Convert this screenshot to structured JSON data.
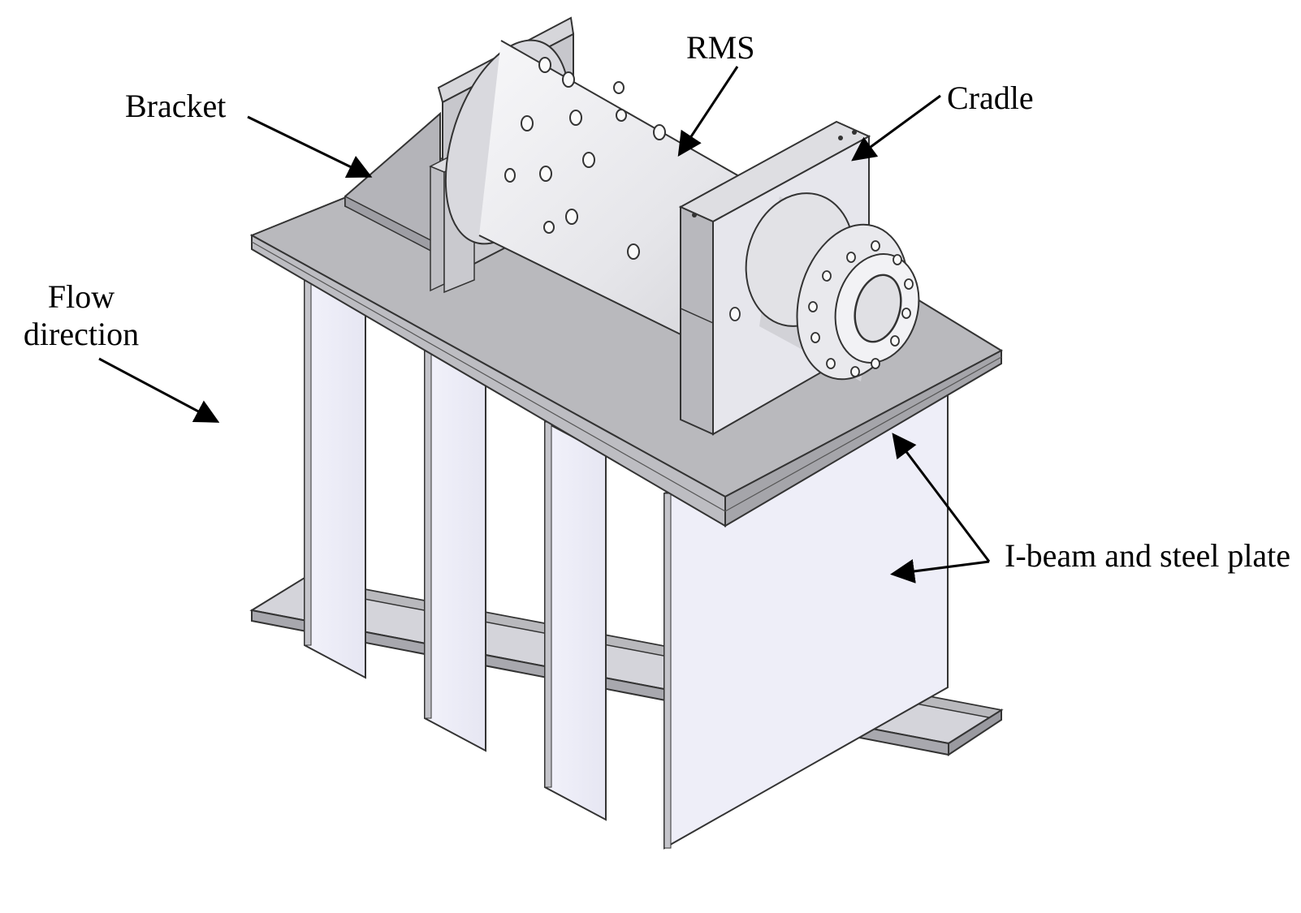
{
  "labels": {
    "rms": "RMS",
    "bracket": "Bracket",
    "cradle": "Cradle",
    "flow_line1": "Flow",
    "flow_line2": "direction",
    "ibeam": "I-beam and steel plate"
  },
  "colors": {
    "steel_light": "#d4d4da",
    "steel_top": "#b9b9bd",
    "steel_dark": "#a3a3a8",
    "web_fill": "#eeeef8",
    "cylinder_light": "#ececef",
    "outline": "#333333",
    "arrow": "#000000"
  }
}
